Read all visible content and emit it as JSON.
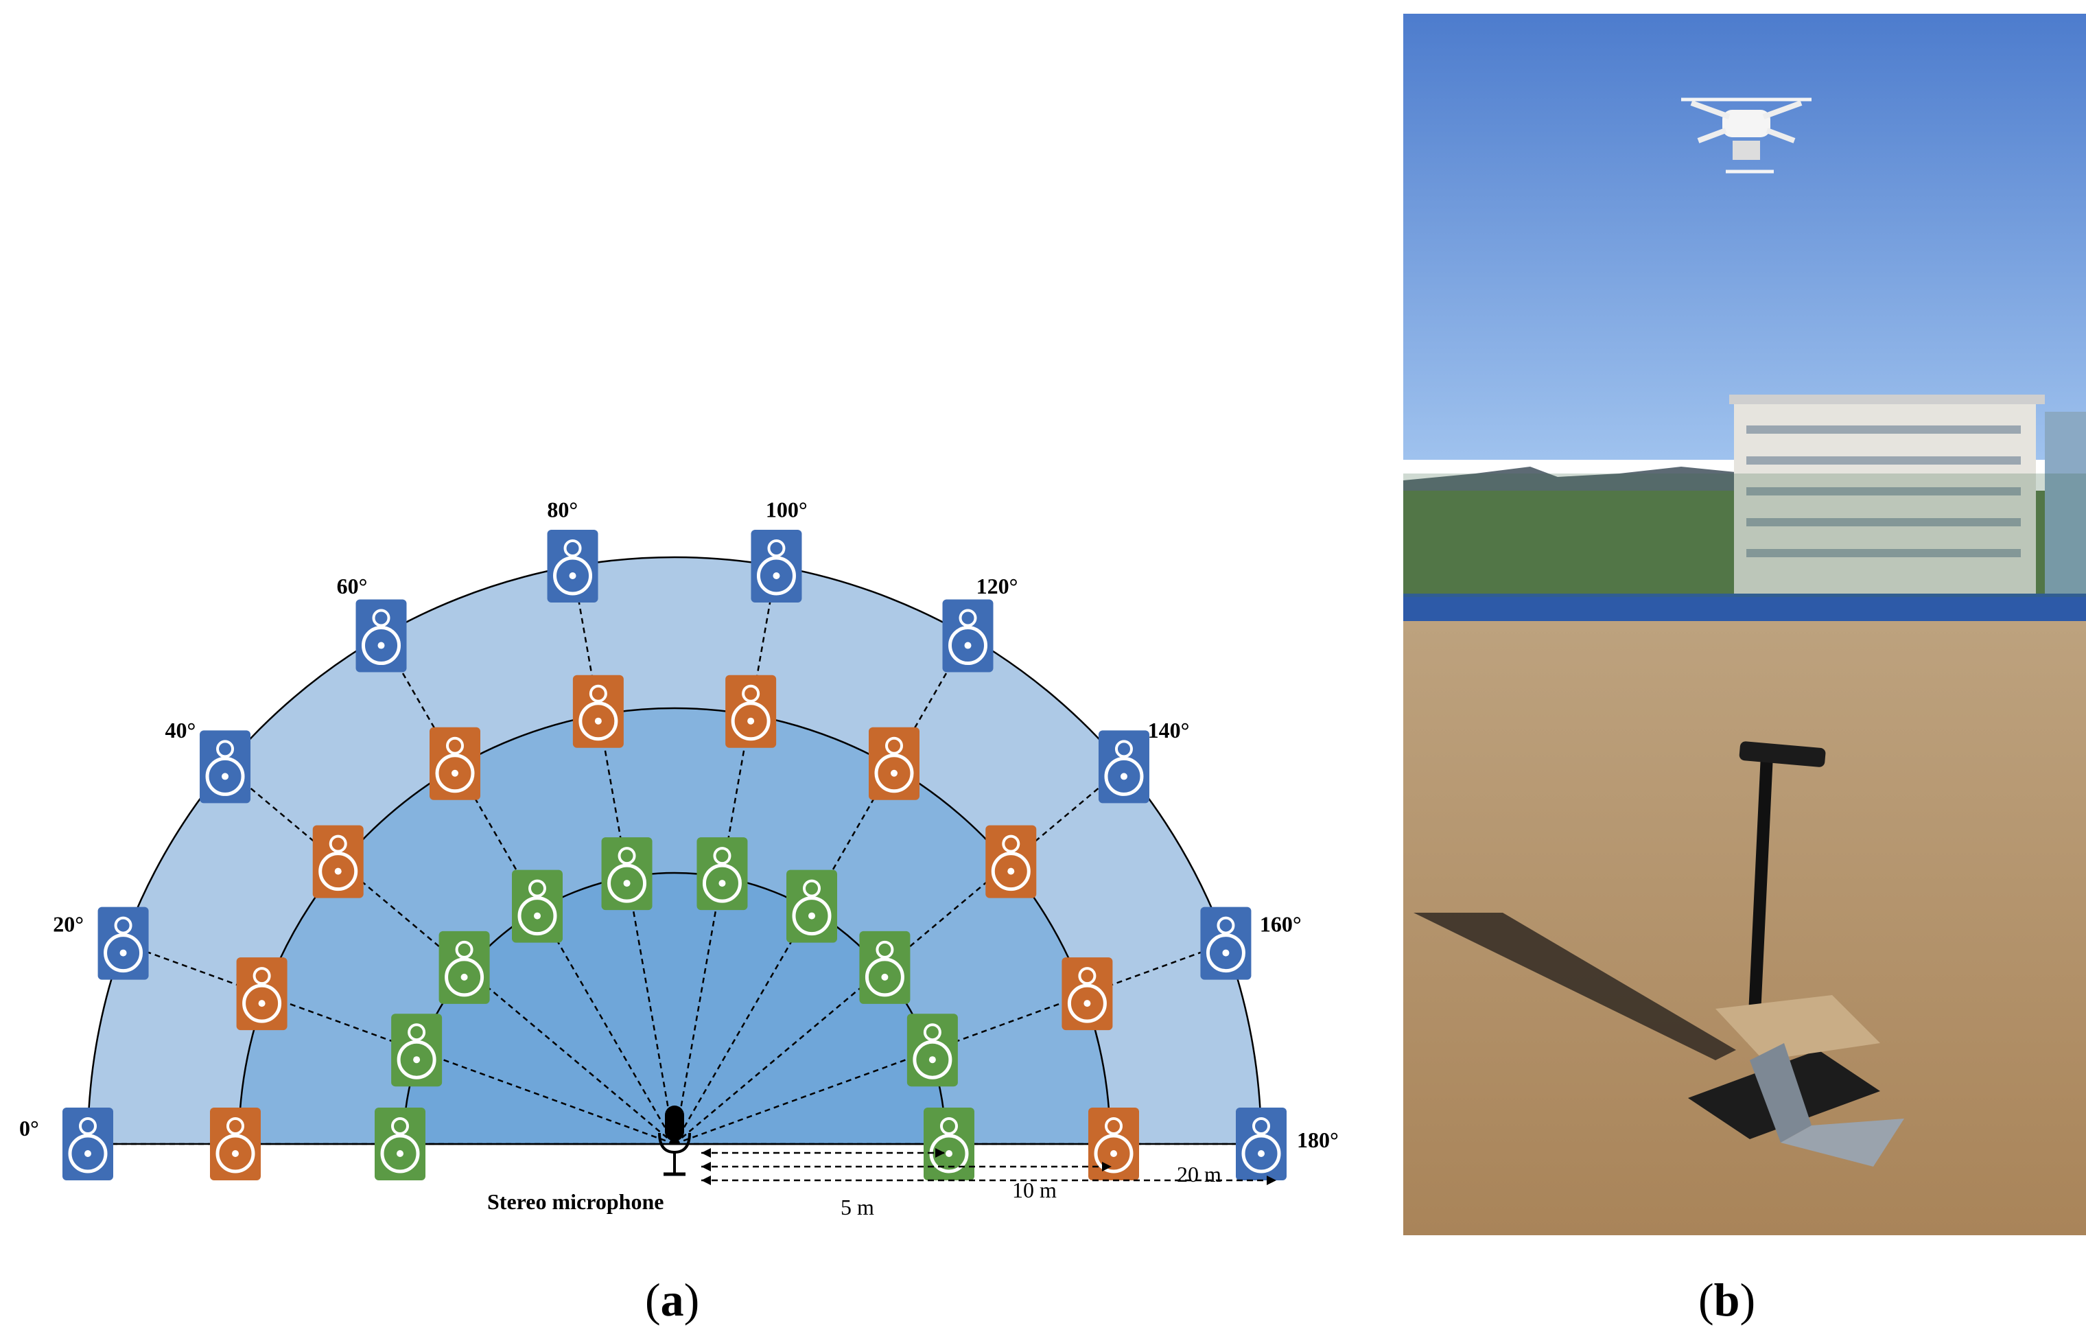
{
  "figure_a": {
    "panel_label_open": "(",
    "panel_label_letter": "a",
    "panel_label_close": ")",
    "microphone_label": "Stereo microphone",
    "distance_labels": {
      "inner": "5 m",
      "middle": "10 m",
      "outer": "20 m"
    },
    "angles": [
      {
        "deg": 0,
        "label": "0°"
      },
      {
        "deg": 20,
        "label": "20°"
      },
      {
        "deg": 40,
        "label": "40°"
      },
      {
        "deg": 60,
        "label": "60°"
      },
      {
        "deg": 80,
        "label": "80°"
      },
      {
        "deg": 100,
        "label": "100°"
      },
      {
        "deg": 120,
        "label": "120°"
      },
      {
        "deg": 140,
        "label": "140°"
      },
      {
        "deg": 160,
        "label": "160°"
      },
      {
        "deg": 180,
        "label": "180°"
      }
    ],
    "rings": [
      {
        "distance_m": 5,
        "color": "#5b9a45",
        "name": "inner"
      },
      {
        "distance_m": 10,
        "color": "#c8692c",
        "name": "middle"
      },
      {
        "distance_m": 20,
        "color": "#3f6db5",
        "name": "outer"
      }
    ],
    "colors": {
      "outer_fill": "#adc9e6",
      "middle_fill": "#85b3de",
      "inner_fill": "#6fa6d9",
      "line": "#000000"
    }
  },
  "figure_b": {
    "panel_label_open": "(",
    "panel_label_letter": "b",
    "panel_label_close": ")",
    "photo_subject": "drone hovering above a microphone stand and laptop on a dirt field"
  }
}
